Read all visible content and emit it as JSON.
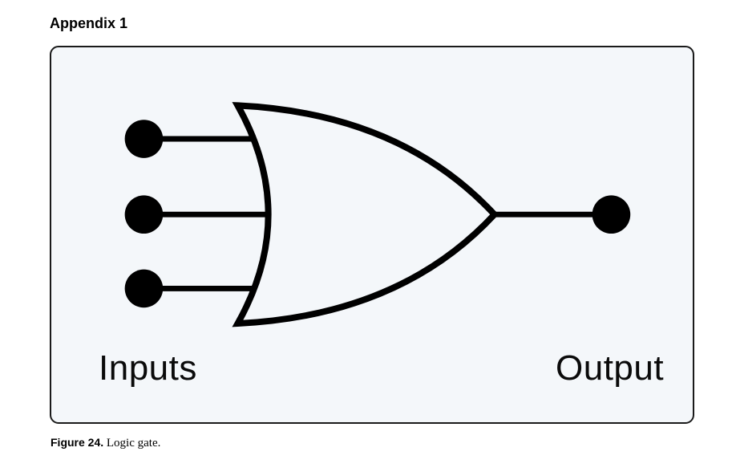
{
  "page": {
    "heading": "Appendix 1"
  },
  "figure": {
    "caption": {
      "prefix": "Figure 24.",
      "text": " Logic gate."
    },
    "panel": {
      "background_color": "#f4f7fa",
      "border_color": "#1a1a1a"
    },
    "diagram": {
      "type": "logic-gate",
      "gate_type": "OR",
      "num_inputs": 3,
      "num_outputs": 1,
      "inputs_label": "Inputs",
      "output_label": "Output",
      "line_color": "#000000",
      "terminal_color": "#000000"
    }
  }
}
